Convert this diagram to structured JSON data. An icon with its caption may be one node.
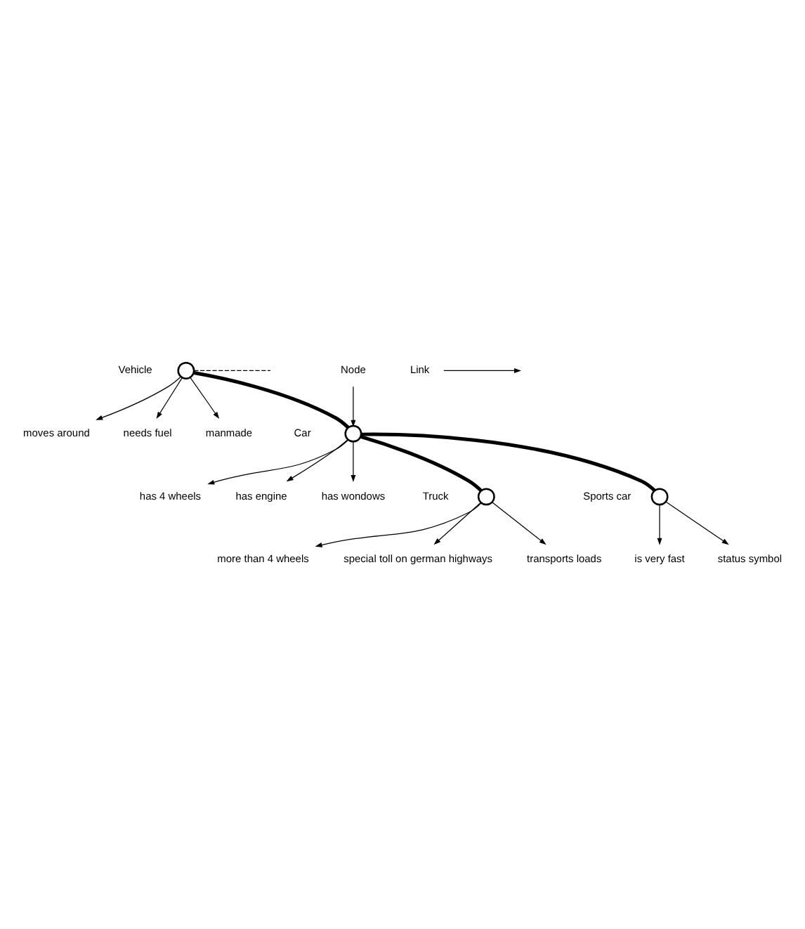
{
  "diagram": {
    "nodes": [
      {
        "text": [],
        "shape": "circle",
        "beside": [
          "Vehicle"
        ]
      },
      {
        "text": [
          "moves around"
        ]
      },
      {
        "text": [
          "needs fuel"
        ]
      },
      {
        "text": [
          "manmade"
        ]
      },
      {
        "text": [
          "Link"
        ]
      },
      {
        "text": [
          "Node"
        ]
      },
      {
        "text": [],
        "shape": "circle",
        "beside": [
          "Car"
        ]
      },
      {
        "text": [
          "has 4 wheels"
        ]
      },
      {
        "text": [
          "has engine"
        ]
      },
      {
        "text": [
          "has wondows"
        ]
      },
      {
        "text": [],
        "shape": "circle",
        "beside": [
          "Truck"
        ]
      },
      {
        "text": [],
        "shape": "circle",
        "beside": [
          "Sports car"
        ]
      },
      {
        "text": [
          "is very fast"
        ]
      },
      {
        "text": [
          "status symbol"
        ]
      },
      {
        "text": [
          "more than 4 wheels"
        ]
      },
      {
        "text": [
          "special toll on german highways"
        ]
      },
      {
        "text": [
          "transports loads"
        ]
      }
    ],
    "edges": [
      {
        "from": 0,
        "to": 1,
        "arrow": "to"
      },
      {
        "from": 0,
        "to": 2,
        "arrow": "to"
      },
      {
        "from": 0,
        "to": 3,
        "arrow": "to"
      },
      {
        "from": 0,
        "to": null,
        "arrow": "none",
        "style": "dashed"
      },
      {
        "from": 0,
        "to": 6,
        "arrow": "none",
        "style": "thick"
      },
      {
        "from": 4,
        "to": null,
        "arrow": "to"
      },
      {
        "from": 5,
        "to": 6,
        "arrow": "to"
      },
      {
        "from": 6,
        "to": 7,
        "arrow": "to"
      },
      {
        "from": 6,
        "to": 8,
        "arrow": "to"
      },
      {
        "from": 6,
        "to": 9,
        "arrow": "to"
      },
      {
        "from": 6,
        "to": 10,
        "arrow": "none",
        "style": "thick"
      },
      {
        "from": 6,
        "to": 11,
        "arrow": "none",
        "style": "thick"
      },
      {
        "from": 11,
        "to": 12,
        "arrow": "to"
      },
      {
        "from": 11,
        "to": 13,
        "arrow": "to"
      },
      {
        "from": 10,
        "to": 14,
        "arrow": "to"
      },
      {
        "from": 10,
        "to": 15,
        "arrow": "to"
      },
      {
        "from": 10,
        "to": 16,
        "arrow": "to"
      }
    ]
  }
}
